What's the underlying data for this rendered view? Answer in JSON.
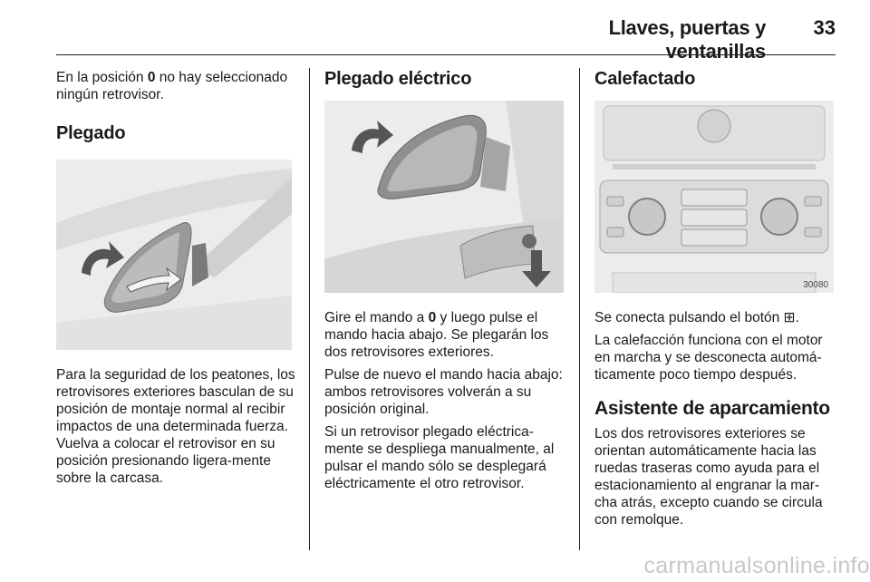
{
  "header": {
    "title": "Llaves, puertas y ventanillas",
    "page_number": "33"
  },
  "col1": {
    "intro_pre": "En la posición ",
    "intro_bold": "0",
    "intro_post": " no hay seleccionado ningún retrovisor.",
    "heading": "Plegado",
    "body": "Para la seguridad de los peatones, los retrovisores exteriores basculan de su posición de montaje normal al recibir impactos de una determinada fuerza. Vuelva a colocar el retrovisor en su posición presionando ligera-mente sobre la carcasa."
  },
  "col2": {
    "heading": "Plegado eléctrico",
    "p1_pre": "Gire el mando a ",
    "p1_bold": "0",
    "p1_post": " y luego pulse el mando hacia abajo. Se plegarán los dos retrovisores exteriores.",
    "p2": "Pulse de nuevo el mando hacia abajo: ambos retrovisores volverán a su posición original.",
    "p3": "Si un retrovisor plegado eléctrica-mente se despliega manualmente, al pulsar el mando sólo se desplegará eléctricamente el otro retrovisor."
  },
  "col3": {
    "heading": "Calefactado",
    "figure_code": "30080",
    "p1": "Se conecta pulsando el botón ⊞.",
    "p2": "La calefacción funciona con el motor en marcha y se desconecta automá-ticamente poco tiempo después.",
    "heading2": "Asistente de aparcamiento",
    "p3": "Los dos retrovisores exteriores se orientan automáticamente hacia las ruedas traseras como ayuda para el estacionamiento al engranar la mar-cha atrás, excepto cuando se circula con remolque."
  },
  "watermark": "carmanualsonline.info"
}
